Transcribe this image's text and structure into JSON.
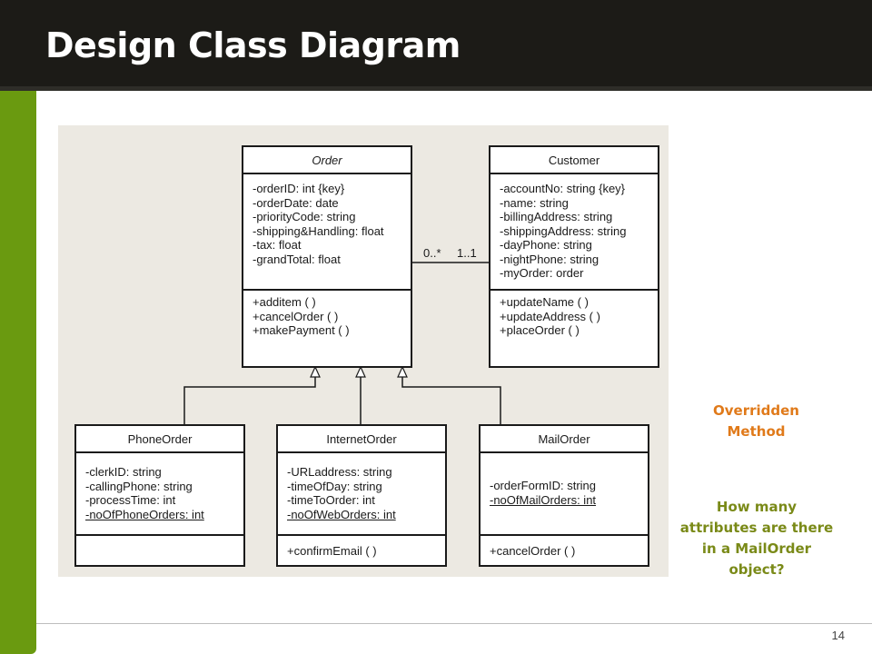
{
  "slide": {
    "title": "Design Class Diagram",
    "page_number": "14"
  },
  "colors": {
    "title_bar": "#1c1b17",
    "side_band": "#6a9a10",
    "note_overridden": "#e07a1a",
    "note_question": "#7a8a18"
  },
  "diagram": {
    "classes": {
      "order": {
        "name": "Order",
        "attributes": [
          "-orderID: int {key}",
          "-orderDate: date",
          "-priorityCode: string",
          "-shipping&Handling: float",
          "-tax: float",
          "-grandTotal: float"
        ],
        "operations": [
          "+additem ( )",
          "+cancelOrder ( )",
          "+makePayment ( )"
        ]
      },
      "customer": {
        "name": "Customer",
        "attributes": [
          "-accountNo: string {key}",
          "-name: string",
          "-billingAddress: string",
          "-shippingAddress: string",
          "-dayPhone: string",
          "-nightPhone: string",
          "-myOrder: order"
        ],
        "operations": [
          "+updateName ( )",
          "+updateAddress ( )",
          "+placeOrder ( )"
        ]
      },
      "phone_order": {
        "name": "PhoneOrder",
        "attributes": [
          "-clerkID: string",
          "-callingPhone: string",
          "-processTime: int",
          "-noOfPhoneOrders: int"
        ],
        "operations": []
      },
      "internet_order": {
        "name": "InternetOrder",
        "attributes": [
          "-URLaddress: string",
          "-timeOfDay: string",
          "-timeToOrder: int",
          "-noOfWebOrders: int"
        ],
        "operations": [
          "+confirmEmail ( )"
        ]
      },
      "mail_order": {
        "name": "MailOrder",
        "attributes": [
          "-orderFormID: string",
          "-noOfMailOrders: int"
        ],
        "operations": [
          "+cancelOrder ( )"
        ]
      }
    },
    "association": {
      "order_multiplicity": "0..*",
      "customer_multiplicity": "1..1"
    }
  },
  "notes": {
    "overridden": "Overridden Method",
    "question": "How many attributes are there in a MailOrder object?"
  }
}
